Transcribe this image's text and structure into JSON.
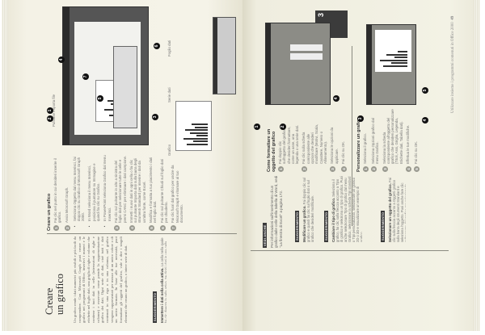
{
  "left_page": {
    "title_line1": "Creare",
    "title_line2": "un grafico",
    "intro": "Un grafico rende i dati numerici più visibili e più facili da comprendere. Con Microsoft Graph puoi creare un grafico nei programmi di Office, inserirvi i numeri e le etichette nel foglio dati, una griglia di righe e colonne che contiene i tuoi dati in celle (intersezioni di righe e colonne) e osservare come prende la rappresentazione grafica dei dati. Ogni serie di dati, cioè tutti i dati contenuti in una riga o in una colonna, nel grafico vengono rappresentati per mezzo di un unico colore o di un unico formato. In base alle tue necessità, puoi formattare gli oggetti del grafico, vale a dire i singoli elementi che creano un grafico, o intere serie di dati.",
    "tip": {
      "header": "SUGGERIMENTO",
      "title": "Immettere i dati nella cella attiva.",
      "body": "La cella nella quale fai clic diventa la cella attiva. Se digiti i dati in una cella che contiene già dati, i dati immessi sostituiranno il contenuto della cella."
    },
    "steps": {
      "heading": "Creare un grafico",
      "items": [
        {
          "n": "1",
          "text": "Fai clic nel punto in cui desideri inserire il grafico."
        },
        {
          "n": "2",
          "text": "Avvia Microsoft Graph."
        },
        {
          "n": "3",
          "text": "Fai clic sul pulsante in alto a sinistra del foglio dati per selezionare tutte le celle e premi CANC per eliminare i dati campione."
        },
        {
          "n": "4",
          "text": "Immetti i nuovi dati in ogni cella o fai clic sul pulsante Importa dati sulla barra degli strumenti Standard per inserire i dati da un'altra fonte, come Excel."
        },
        {
          "n": "5",
          "text": "Modifica e formatta a tuo piacimento i dati nel foglio dati."
        },
        {
          "n": "6",
          "text": "Fai clic sul pulsante Chiudi sul foglio dati per chiuderlo."
        },
        {
          "n": "7",
          "text": "Fai clic fuori dal grafico per uscire da Microsoft Graph e ritornare al tuo documento."
        }
      ],
      "bullets": [
        "Seleziona Oggetto dal menu Inserisci, fai doppio clic su Grafico di Microsoft Graph 2000.",
        "In Word seleziona il menu Inserisci, posiziona il puntatore su Immagine e quindi fai clic su Grafico.",
        "In PowerPoint seleziona Grafico dal menu Inserisci."
      ]
    },
    "labels": {
      "import_button": "Pulsante Importa file",
      "chart": "Grafico",
      "data_series": "Serie dati",
      "datasheet": "Foglio dati"
    },
    "callouts": [
      "2",
      "1",
      "3",
      "4",
      "5",
      "6",
      "7"
    ]
  },
  "right_page": {
    "chapter_tab": "3",
    "sidebars": [
      {
        "header": "VEDI ANCHE",
        "title": "",
        "body": "Per informazioni sull'inserimento di un grafico dalle celle della tabella di Word, vedi \"La finestra di Excel\" a pagina 172."
      },
      {
        "header": "SUGGERIMENTO",
        "title": "Modificare un grafico.",
        "body": "Fai doppio clic sul grafico e quindi fai clic sul foglio dati o sul grafico che desideri modificare."
      },
      {
        "header": "SUGGERIMENTO",
        "title": "Cambiare il tipo di grafico.",
        "body": "Seleziona il grafico, fai clic sulla freccia accanto a Tipo di grafico e seleziona un tipo di grafico. Puoi anche selezionare Tipo di grafico dal menu Grafico, selezionare la scheda Tipi standard o Tipi personalizzati, selezionare un grafico 2D o 3D e visualizzare un esempio di grafico."
      },
      {
        "header": "SUGGERIMENTO",
        "title": "Selezionare un oggetto del grafico.",
        "body": "Fai clic sulla freccia accanto a Oggetti grafico sulla barra degli strumenti Standard e seleziona l'oggetto. Puoi anche fare clic sull'oggetto del grafico per selezionarlo."
      }
    ],
    "format_steps": {
      "heading": "Come formattare un oggetto del grafico",
      "items": [
        {
          "n": "1",
          "text": "Fai doppio clic sull'oggetto del grafico che desideri formattare, come un asse, una legenda o una serie dati."
        },
        {
          "n": "2",
          "text": "Fai clic sulla scheda corrispondente alle opzioni che desideri modificare (Motivi, Scala, Carattere, Numero o Allineamento)."
        },
        {
          "n": "3",
          "text": "Seleziona le opzioni da applicare."
        },
        {
          "n": "4",
          "text": "Fai clic su OK."
        }
      ]
    },
    "custom_steps": {
      "heading": "Personalizzare un grafico",
      "items": [
        {
          "n": "1",
          "text": "Seleziona il grafico."
        },
        {
          "n": "2",
          "text": "Seleziona Opzioni grafico dal menu Grafico."
        },
        {
          "n": "3",
          "text": "Seleziona la scheda corrispondente all'oggetto del grafico che desideri personalizzare (Titoli, Assi, Griglia, Legenda, Etichette dati, Tabella dati)."
        },
        {
          "n": "4",
          "text": "Effettua le tue modifiche."
        },
        {
          "n": "5",
          "text": "Fai clic su OK."
        }
      ]
    },
    "callouts": [
      "1",
      "2",
      "4",
      "3",
      "4",
      "5"
    ],
    "footer_text": "Utilizzare insieme i programmi contenuti in Office 2000",
    "page_number": "49"
  }
}
